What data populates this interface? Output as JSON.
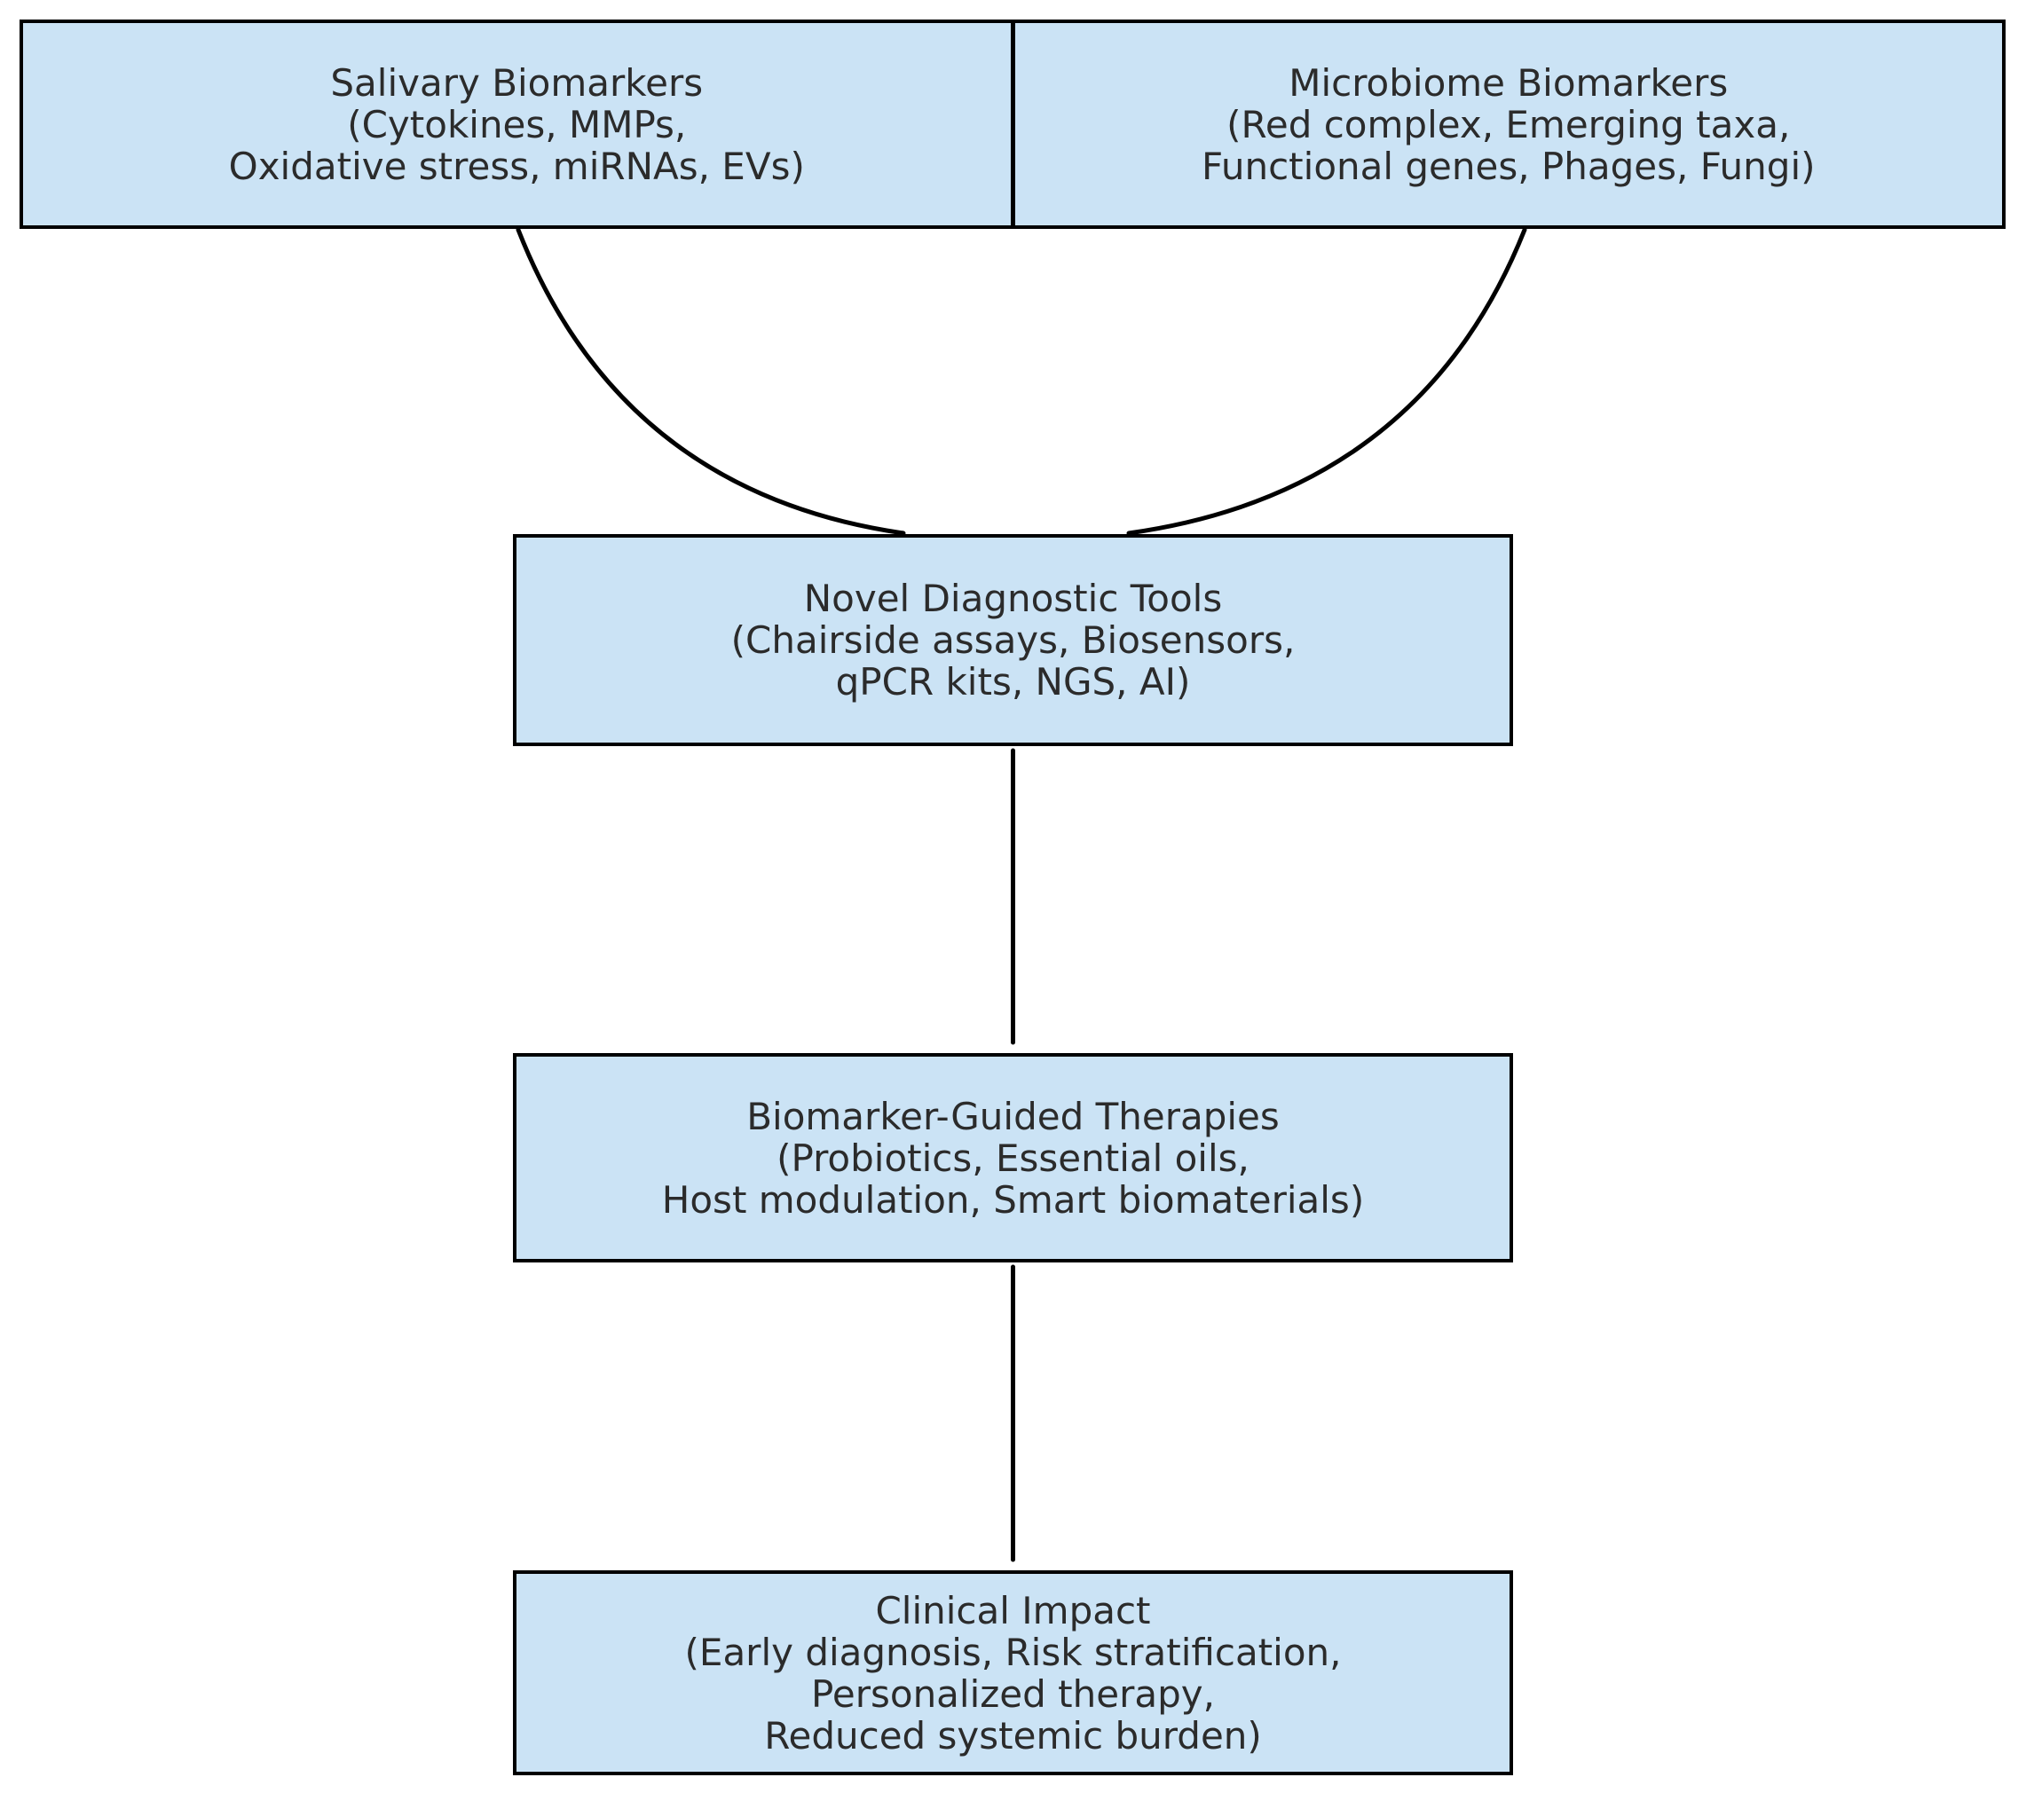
{
  "colors": {
    "background": "#ffffff",
    "box_fill": "#cbe3f5",
    "box_border": "#000000",
    "line": "#000000",
    "text": "#2b2b2b"
  },
  "nodes": {
    "salivary": {
      "lines": [
        "Salivary Biomarkers",
        "(Cytokines, MMPs,",
        "Oxidative stress, miRNAs, EVs)"
      ]
    },
    "microbiome": {
      "lines": [
        "Microbiome Biomarkers",
        "(Red complex, Emerging taxa,",
        "Functional genes, Phages, Fungi)"
      ]
    },
    "diagnostic": {
      "lines": [
        "Novel Diagnostic Tools",
        "(Chairside assays, Biosensors,",
        "qPCR kits, NGS, AI)"
      ]
    },
    "therapies": {
      "lines": [
        "Biomarker-Guided Therapies",
        "(Probiotics, Essential oils,",
        "Host modulation, Smart biomaterials)"
      ]
    },
    "impact": {
      "lines": [
        "Clinical Impact",
        "(Early diagnosis, Risk stratification,",
        "Personalized therapy,",
        "Reduced systemic burden)"
      ]
    }
  },
  "edges": [
    {
      "from": "salivary",
      "to": "diagnostic",
      "style": "curved"
    },
    {
      "from": "microbiome",
      "to": "diagnostic",
      "style": "curved"
    },
    {
      "from": "diagnostic",
      "to": "therapies",
      "style": "straight"
    },
    {
      "from": "therapies",
      "to": "impact",
      "style": "straight"
    }
  ]
}
